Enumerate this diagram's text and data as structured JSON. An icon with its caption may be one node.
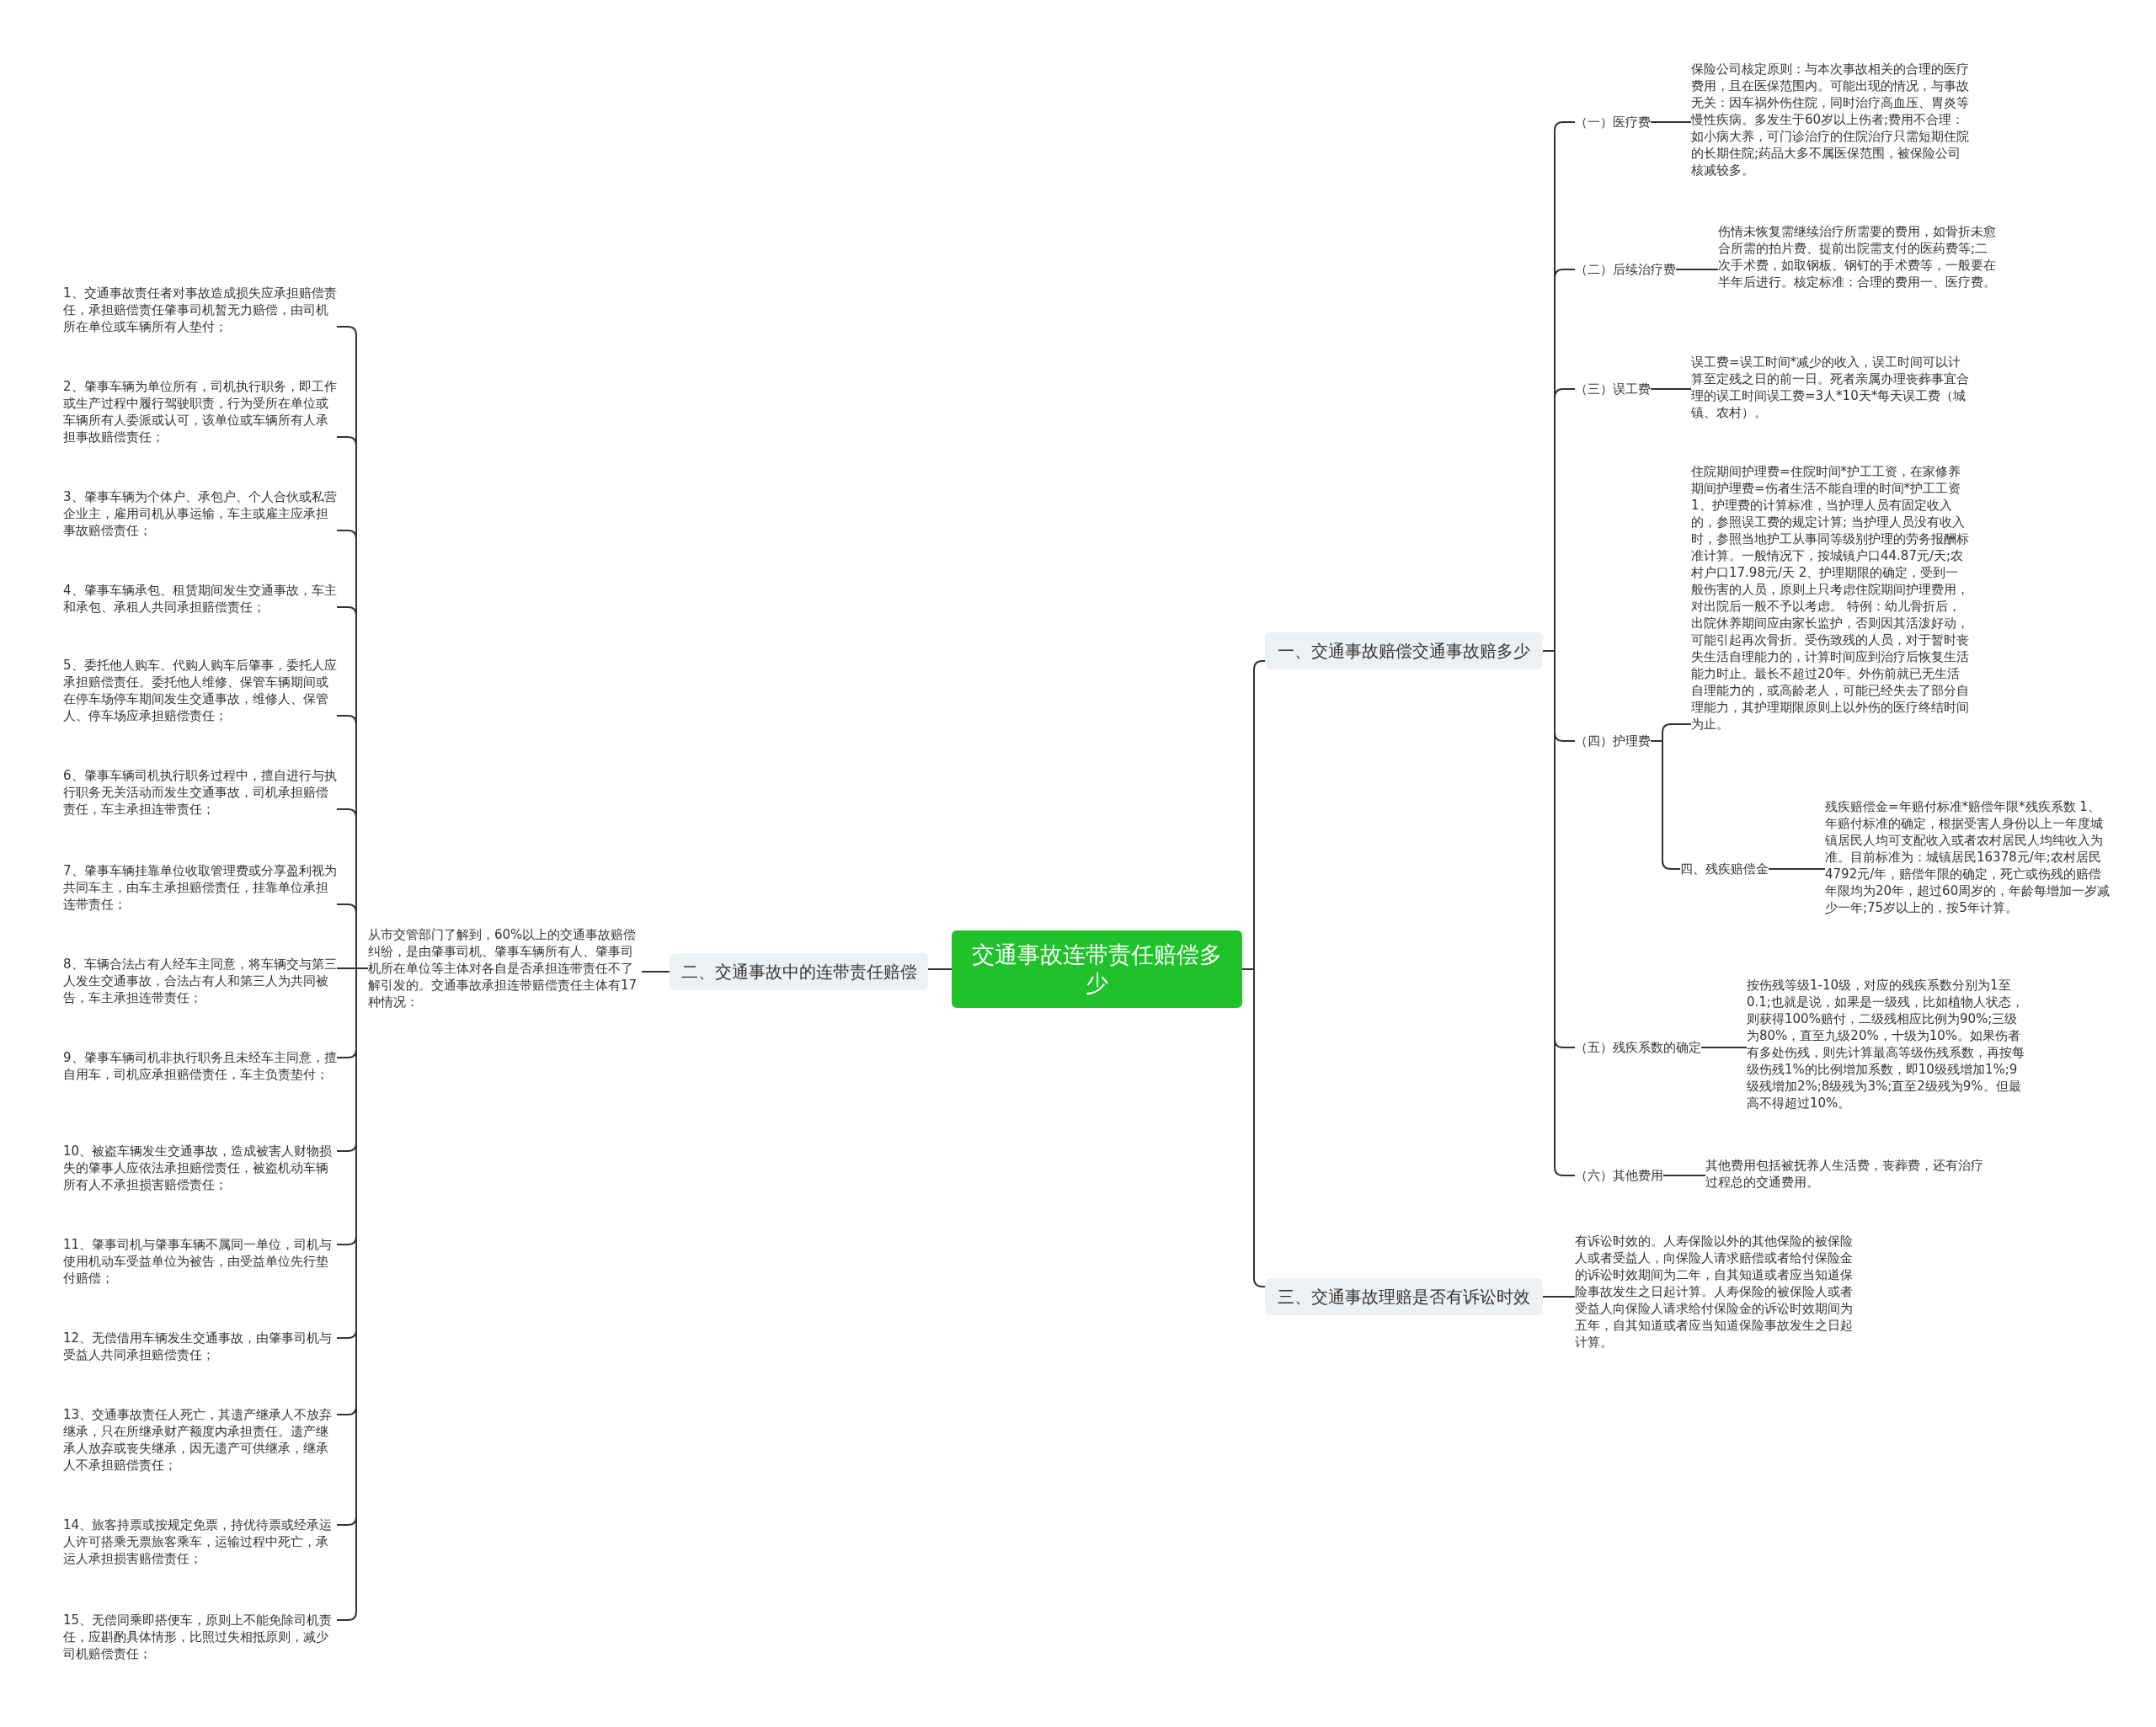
{
  "diagram": {
    "nodes": [
      {
        "text": [
          "交通事故连带责任赔偿多少"
        ]
      },
      {
        "text": [
          "一、交通事故赔偿交通事故赔多少"
        ]
      },
      {
        "text": [
          "（一）医疗费"
        ]
      },
      {
        "text": [
          "保险公司核定原则：与本次事故相关的合理的医疗费用，且在医保范围内。可能出现的情况，与事故无关：因车祸外伤住院，同时治疗高血压、胃炎等慢性疾病。多发生于60岁以上伤者;费用不合理：如小病大养，可门诊治疗的住院治疗只需短期住院的长期住院;药品大多不属医保范围，被保险公司核减较多。"
        ]
      },
      {
        "text": [
          "（二）后续治疗费"
        ]
      },
      {
        "text": [
          "伤情未恢复需继续治疗所需要的费用，如骨折未愈合所需的拍片费、提前出院需支付的医药费等;二次手术费，如取钢板、钢钉的手术费等，一般要在半年后进行。核定标准：合理的费用一、医疗费。"
        ]
      },
      {
        "text": [
          "（三）误工费"
        ]
      },
      {
        "text": [
          "误工费=误工时间*减少的收入，误工时间可以计算至定残之日的前一日。死者亲属办理丧葬事宜合理的误工时间误工费=3人*10天*每天误工费（城镇、农村）。"
        ]
      },
      {
        "text": [
          "（四）护理费"
        ]
      },
      {
        "text": [
          "住院期间护理费=住院时间*护工工资，在家修养期间护理费=伤者生活不能自理的时间*护工工资 1、护理费的计算标准，当护理人员有固定收入的，参照误工费的规定计算; 当护理人员没有收入时，参照当地护工从事同等级别护理的劳务报酬标准计算。一般情况下，按城镇户口44.87元/天;农村户口17.98元/天 2、护理期限的确定，受到一般伤害的人员，原则上只考虑住院期间护理费用，对出院后一般不予以考虑。 特例：幼儿骨折后，出院休养期间应由家长监护，否则因其活泼好动，可能引起再次骨折。受伤致残的人员，对于暂时丧失生活自理能力的，计算时间应到治疗后恢复生活能力时止。最长不超过20年。外伤前就已无生活自理能力的，或高龄老人，可能已经失去了部分自理能力，其护理期限原则上以外伤的医疗终结时间为止。"
        ]
      },
      {
        "text": [
          "四、残疾赔偿金"
        ]
      },
      {
        "text": [
          "残疾赔偿金=年赔付标准*赔偿年限*残疾系数 1、年赔付标准的确定，根据受害人身份以上一年度城镇居民人均可支配收入或者农村居民人均纯收入为准。目前标准为：城镇居民16378元/年;农村居民4792元/年，赔偿年限的确定，死亡或伤残的赔偿年限均为20年，超过60周岁的，年龄每增加一岁减少一年;75岁以上的，按5年计算。"
        ]
      },
      {
        "text": [
          "（五）残疾系数的确定"
        ]
      },
      {
        "text": [
          "按伤残等级1-10级，对应的残疾系数分别为1至0.1;也就是说，如果是一级残，比如植物人状态，则获得100%赔付，二级残相应比例为90%;三级为80%，直至九级20%，十级为10%。如果伤者有多处伤残，则先计算最高等级伤残系数，再按每级伤残1%的比例增加系数，即10级残增加1%;9级残增加2%;8级残为3%;直至2级残为9%。但最高不得超过10%。"
        ]
      },
      {
        "text": [
          "（六）其他费用"
        ]
      },
      {
        "text": [
          "其他费用包括被抚养人生活费，丧葬费，还有治疗过程总的交通费用。"
        ]
      },
      {
        "text": [
          "三、交通事故理赔是否有诉讼时效"
        ]
      },
      {
        "text": [
          "有诉讼时效的。人寿保险以外的其他保险的被保险人或者受益人，向保险人请求赔偿或者给付保险金的诉讼时效期间为二年，自其知道或者应当知道保险事故发生之日起计算。人寿保险的被保险人或者受益人向保险人请求给付保险金的诉讼时效期间为五年，自其知道或者应当知道保险事故发生之日起计算。"
        ]
      },
      {
        "text": [
          "二、交通事故中的连带责任赔偿"
        ]
      },
      {
        "text": [
          "从市交管部门了解到，60%以上的交通事故赔偿纠纷，是由肇事司机、肇事车辆所有人、肇事司机所在单位等主体对各自是否承担连带责任不了解引发的。交通事故承担连带赔偿责任主体有17种情况："
        ]
      },
      {
        "text": [
          "1、交通事故责任者对事故造成损失应承担赔偿责任，承担赔偿责任肇事司机暂无力赔偿，由司机所在单位或车辆所有人垫付；"
        ]
      },
      {
        "text": [
          "2、肇事车辆为单位所有，司机执行职务，即工作或生产过程中履行驾驶职责，行为受所在单位或车辆所有人委派或认可，该单位或车辆所有人承担事故赔偿责任；"
        ]
      },
      {
        "text": [
          "3、肇事车辆为个体户、承包户、个人合伙或私营企业主，雇用司机从事运输，车主或雇主应承担事故赔偿责任；"
        ]
      },
      {
        "text": [
          "4、肇事车辆承包、租赁期间发生交通事故，车主和承包、承租人共同承担赔偿责任；"
        ]
      },
      {
        "text": [
          "5、委托他人购车、代购人购车后肇事，委托人应承担赔偿责任。委托他人维修、保管车辆期间或在停车场停车期间发生交通事故，维修人、保管人、停车场应承担赔偿责任；"
        ]
      },
      {
        "text": [
          "6、肇事车辆司机执行职务过程中，擅自进行与执行职务无关活动而发生交通事故，司机承担赔偿责任，车主承担连带责任；"
        ]
      },
      {
        "text": [
          "7、肇事车辆挂靠单位收取管理费或分享盈利视为共同车主，由车主承担赔偿责任，挂靠单位承担连带责任；"
        ]
      },
      {
        "text": [
          "8、车辆合法占有人经车主同意，将车辆交与第三人发生交通事故，合法占有人和第三人为共同被告，车主承担连带责任；"
        ]
      },
      {
        "text": [
          "9、肇事车辆司机非执行职务且未经车主同意，擅自用车，司机应承担赔偿责任，车主负责垫付；"
        ]
      },
      {
        "text": [
          "10、被盗车辆发生交通事故，造成被害人财物损失的肇事人应依法承担赔偿责任，被盗机动车辆所有人不承担损害赔偿责任；"
        ]
      },
      {
        "text": [
          "11、肇事司机与肇事车辆不属同一单位，司机与使用机动车受益单位为被告，由受益单位先行垫付赔偿；"
        ]
      },
      {
        "text": [
          "12、无偿借用车辆发生交通事故，由肇事司机与受益人共同承担赔偿责任；"
        ]
      },
      {
        "text": [
          "13、交通事故责任人死亡，其遗产继承人不放弃继承，只在所继承财产额度内承担责任。遗产继承人放弃或丧失继承，因无遗产可供继承，继承人不承担赔偿责任；"
        ]
      },
      {
        "text": [
          "14、旅客持票或按规定免票，持优待票或经承运人许可搭乘无票旅客乘车，运输过程中死亡，承运人承担损害赔偿责任；"
        ]
      },
      {
        "text": [
          "15、无偿同乘即搭便车，原则上不能免除司机责任，应斟酌具体情形，比照过失相抵原则，减少司机赔偿责任；"
        ]
      }
    ],
    "edges": [
      {
        "from": 0,
        "to": 1,
        "arrow": "none"
      },
      {
        "from": 0,
        "to": 16,
        "arrow": "none"
      },
      {
        "from": 0,
        "to": 18,
        "arrow": "none"
      },
      {
        "from": 1,
        "to": 2,
        "arrow": "none"
      },
      {
        "from": 1,
        "to": 4,
        "arrow": "none"
      },
      {
        "from": 1,
        "to": 6,
        "arrow": "none"
      },
      {
        "from": 1,
        "to": 8,
        "arrow": "none"
      },
      {
        "from": 1,
        "to": 12,
        "arrow": "none"
      },
      {
        "from": 1,
        "to": 14,
        "arrow": "none"
      },
      {
        "from": 2,
        "to": 3,
        "arrow": "none"
      },
      {
        "from": 4,
        "to": 5,
        "arrow": "none"
      },
      {
        "from": 6,
        "to": 7,
        "arrow": "none"
      },
      {
        "from": 8,
        "to": 9,
        "arrow": "none"
      },
      {
        "from": 8,
        "to": 10,
        "arrow": "none"
      },
      {
        "from": 10,
        "to": 11,
        "arrow": "none"
      },
      {
        "from": 12,
        "to": 13,
        "arrow": "none"
      },
      {
        "from": 14,
        "to": 15,
        "arrow": "none"
      },
      {
        "from": 16,
        "to": 17,
        "arrow": "none"
      },
      {
        "from": 18,
        "to": 19,
        "arrow": "none"
      },
      {
        "from": 19,
        "to": 20,
        "arrow": "none"
      },
      {
        "from": 19,
        "to": 21,
        "arrow": "none"
      },
      {
        "from": 19,
        "to": 22,
        "arrow": "none"
      },
      {
        "from": 19,
        "to": 23,
        "arrow": "none"
      },
      {
        "from": 19,
        "to": 24,
        "arrow": "none"
      },
      {
        "from": 19,
        "to": 25,
        "arrow": "none"
      },
      {
        "from": 19,
        "to": 26,
        "arrow": "none"
      },
      {
        "from": 19,
        "to": 27,
        "arrow": "none"
      },
      {
        "from": 19,
        "to": 28,
        "arrow": "none"
      },
      {
        "from": 19,
        "to": 29,
        "arrow": "none"
      },
      {
        "from": 19,
        "to": 30,
        "arrow": "none"
      },
      {
        "from": 19,
        "to": 31,
        "arrow": "none"
      },
      {
        "from": 19,
        "to": 32,
        "arrow": "none"
      },
      {
        "from": 19,
        "to": 33,
        "arrow": "none"
      },
      {
        "from": 19,
        "to": 34,
        "arrow": "none"
      }
    ]
  }
}
